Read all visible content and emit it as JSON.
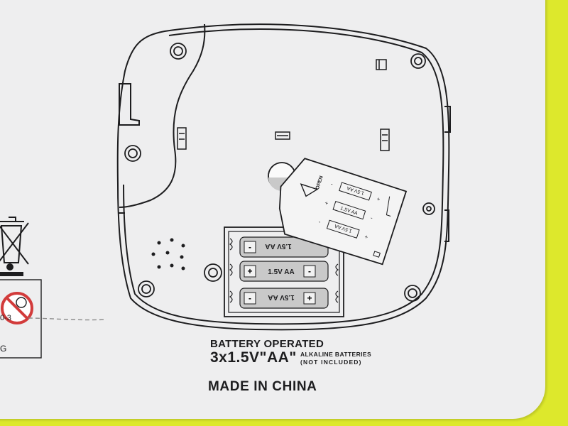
{
  "label": {
    "battery_operated": "BATTERY OPERATED",
    "battery_spec": "3x1.5V\"AA\"",
    "alkaline": "ALKALINE BATTERIES",
    "not_included": "(NOT INCLUDED)",
    "made_in": "MADE IN CHINA"
  },
  "battery_text": "1.5V AA",
  "cover": {
    "open": "OPEN",
    "plus": "+",
    "minus": "-"
  },
  "side_box": {
    "age": "0-3",
    "letter": "G"
  },
  "colors": {
    "background": "#dde82c",
    "panel": "#eeeeef",
    "ink": "#1d1d1f",
    "battery": "#c9c9c9",
    "no_symbol": "#d23b3b"
  }
}
